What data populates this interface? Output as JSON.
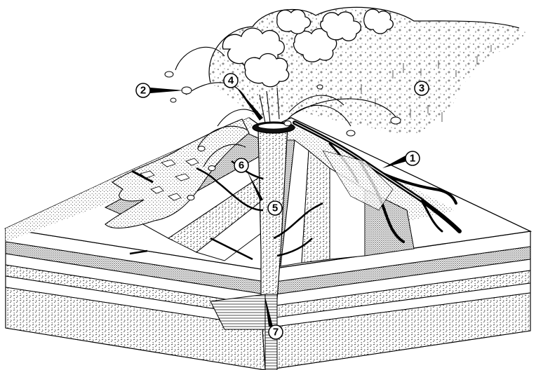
{
  "diagram": {
    "callouts": [
      {
        "id": "lava-flow",
        "label": "1"
      },
      {
        "id": "volcanic-bomb",
        "label": "2"
      },
      {
        "id": "ash-cloud",
        "label": "3"
      },
      {
        "id": "crater",
        "label": "4"
      },
      {
        "id": "dike",
        "label": "5"
      },
      {
        "id": "sill",
        "label": "6"
      },
      {
        "id": "magma-chamber-conduit",
        "label": "7"
      }
    ],
    "colors": {
      "ink": "#000000",
      "paper": "#ffffff",
      "stipple": "#7a7a7a"
    }
  }
}
